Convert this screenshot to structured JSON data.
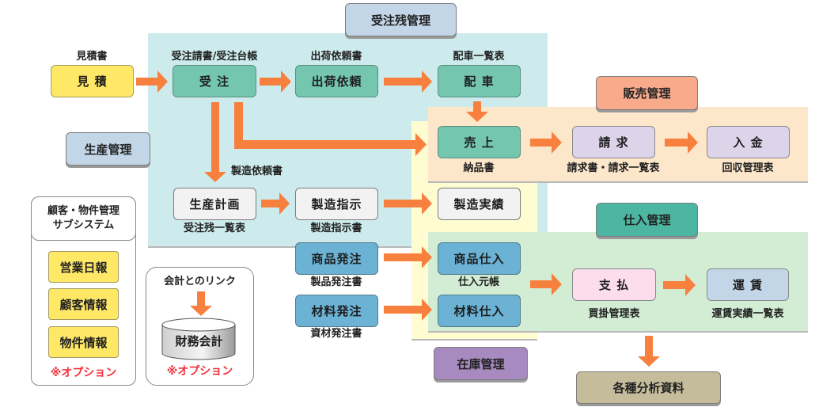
{
  "palette": {
    "cyan_bg": "#CDEBEC",
    "yellow_bg": "#FFFCD2",
    "orange_bg": "#FDE7CA",
    "green_bg": "#D2EDD4",
    "estimate": "#FFE866",
    "order": "#74C7AE",
    "production": "#F2F2F2",
    "purchase": "#6BB2D5",
    "billing": "#DDD4EA",
    "payment": "#FBDDEC",
    "freight": "#C3D6E8",
    "hdr_backlog": "#C2D6E8",
    "hdr_production": "#C2D6E8",
    "hdr_sales": "#F9AA8A",
    "hdr_purchasing": "#4DB6A3",
    "hdr_inventory": "#A78AC0",
    "hdr_analysis": "#C4BC9B",
    "arrow": "#F8803F",
    "note": "#F2333B"
  },
  "groups": {
    "order_backlog": "受注残管理",
    "production": "生産管理",
    "sales": "販売管理",
    "purchasing": "仕入管理",
    "inventory": "在庫管理",
    "analysis": "各種分析資料"
  },
  "nodes": {
    "estimate": {
      "label": "見 積",
      "doc": "見積書"
    },
    "order": {
      "label": "受 注",
      "doc": "受注請書/受注台帳"
    },
    "shipping_request": {
      "label": "出荷依頼",
      "doc": "出荷依頼書"
    },
    "dispatch": {
      "label": "配 車",
      "doc": "配車一覧表"
    },
    "sales": {
      "label": "売 上",
      "doc": "納品書"
    },
    "billing": {
      "label": "請 求",
      "doc": "請求書・請求一覧表"
    },
    "receipt": {
      "label": "入 金",
      "doc": "回収管理表"
    },
    "production_plan": {
      "label": "生産計画",
      "doc": "受注残一覧表"
    },
    "production_order": {
      "label": "製造指示",
      "doc": "製造指示書"
    },
    "production_result": {
      "label": "製造実績"
    },
    "product_order": {
      "label": "商品発注",
      "doc": "製品発注書"
    },
    "material_order": {
      "label": "材料発注",
      "doc": "資材発注書"
    },
    "product_purchase": {
      "label": "商品仕入"
    },
    "material_purchase": {
      "label": "材料仕入"
    },
    "payment": {
      "label": "支 払",
      "doc": "買掛管理表"
    },
    "freight": {
      "label": "運 賃",
      "doc": "運賃実績一覧表"
    }
  },
  "flow_labels": {
    "production_request": "製造依頼書",
    "purchase_ledger": "仕入元帳"
  },
  "edges": [
    {
      "from": "estimate",
      "to": "order"
    },
    {
      "from": "order",
      "to": "shipping_request"
    },
    {
      "from": "shipping_request",
      "to": "dispatch"
    },
    {
      "from": "dispatch",
      "to": "sales"
    },
    {
      "from": "order",
      "to": "sales"
    },
    {
      "from": "order",
      "to": "production_plan"
    },
    {
      "from": "sales",
      "to": "billing"
    },
    {
      "from": "billing",
      "to": "receipt"
    },
    {
      "from": "production_plan",
      "to": "production_order"
    },
    {
      "from": "production_order",
      "to": "production_result"
    },
    {
      "from": "product_order",
      "to": "product_purchase"
    },
    {
      "from": "material_order",
      "to": "material_purchase"
    },
    {
      "from": "purchasing",
      "to": "payment"
    },
    {
      "from": "payment",
      "to": "freight"
    },
    {
      "from": "purchasing",
      "to": "analysis"
    }
  ],
  "subsystem": {
    "title_line1": "顧客・物件管理",
    "title_line2": "サブシステム",
    "items": [
      "営業日報",
      "顧客情報",
      "物件情報"
    ],
    "note": "※オプション"
  },
  "accounting_link": {
    "title": "会計とのリンク",
    "database": "財務会計",
    "note": "※オプション"
  }
}
